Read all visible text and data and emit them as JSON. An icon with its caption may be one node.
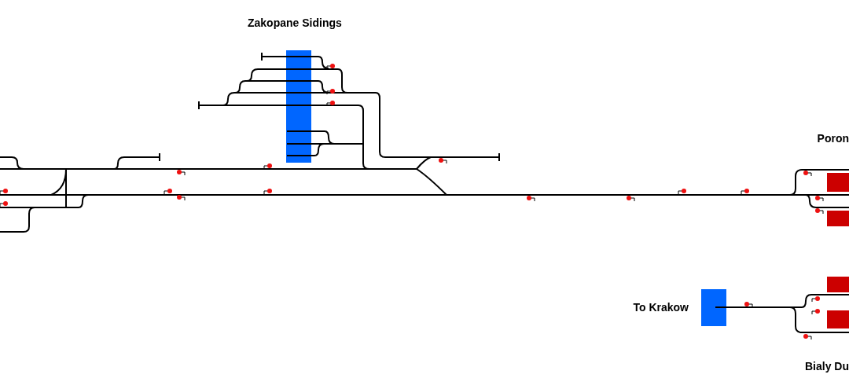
{
  "diagram": {
    "labels": [
      "Zakopane Sidings",
      "Poron",
      "To Krakow",
      "Bialy Du"
    ]
  }
}
